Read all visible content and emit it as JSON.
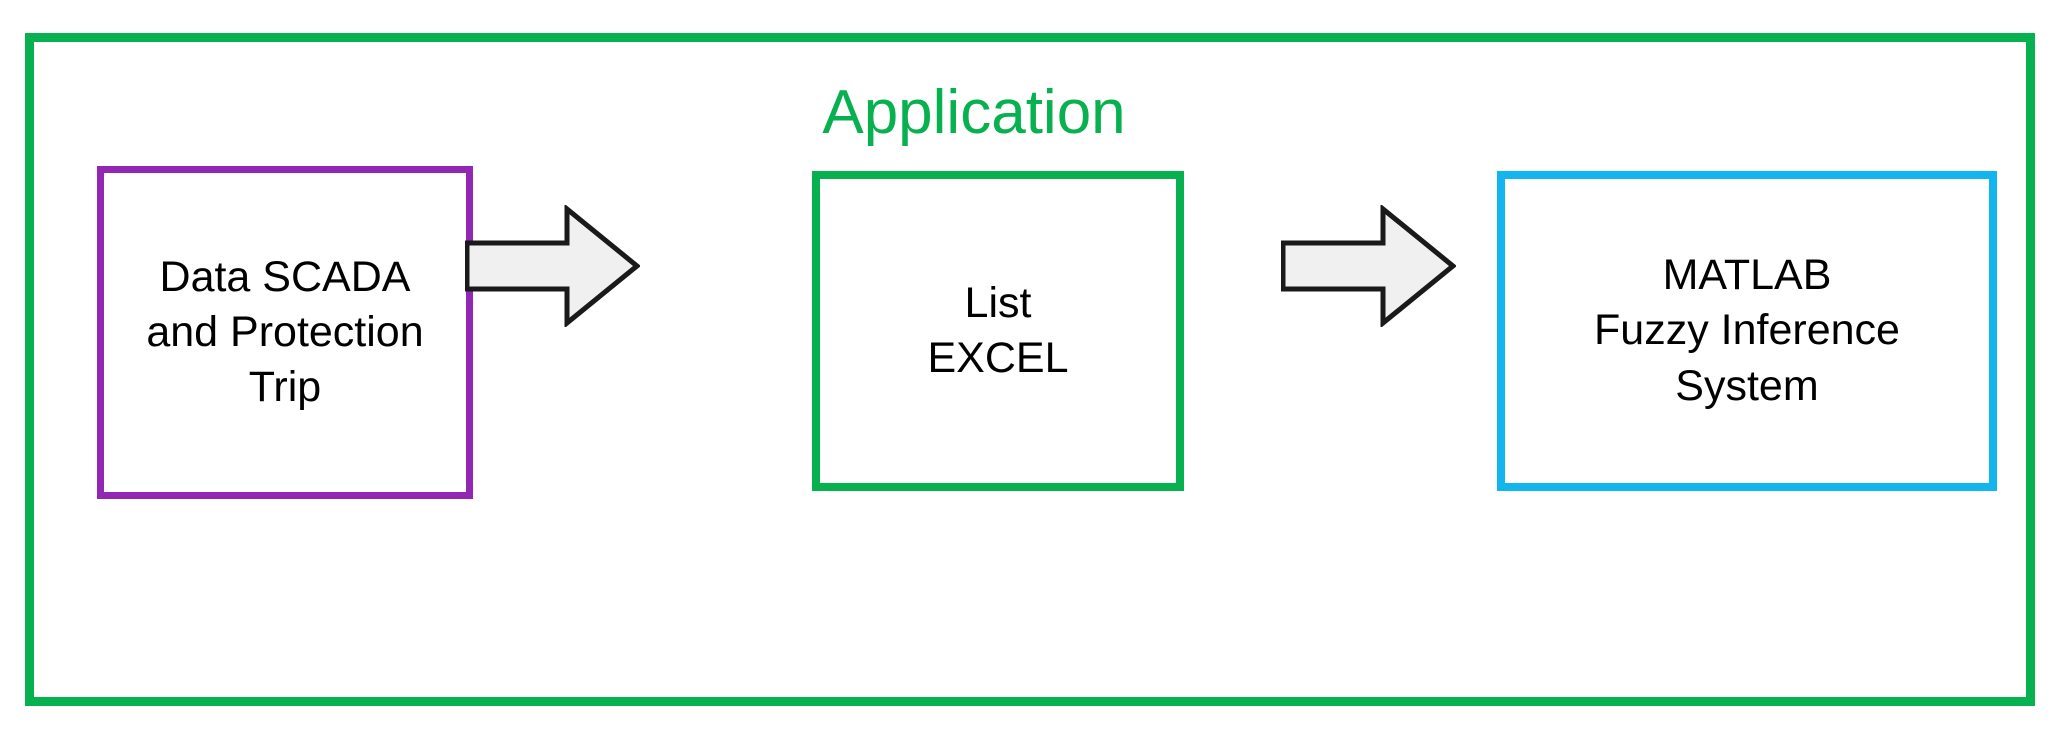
{
  "diagram": {
    "title": "Application",
    "title_color": "#07b14f",
    "frame_color": "#07b14f",
    "background_color": "#ffffff",
    "nodes": [
      {
        "id": "scada",
        "label": "Data SCADA\nand  Protection\nTrip",
        "lines": [
          "Data SCADA",
          "and  Protection",
          "Trip"
        ],
        "border_color": "#9327b5",
        "text_color": "#000000"
      },
      {
        "id": "excel",
        "label": "List\nEXCEL",
        "lines": [
          "List",
          "EXCEL"
        ],
        "border_color": "#07b14f",
        "text_color": "#000000"
      },
      {
        "id": "matlab",
        "label": "MATLAB\nFuzzy Inference\nSystem",
        "lines": [
          "MATLAB",
          "Fuzzy Inference",
          "System"
        ],
        "border_color": "#13b5ef",
        "text_color": "#000000"
      }
    ],
    "connectors": [
      {
        "id": "arrow-scada-to-excel",
        "from": "scada",
        "to": "excel",
        "direction": "right",
        "fill_color": "#f0f0f0",
        "stroke_color": "#000000"
      },
      {
        "id": "arrow-excel-to-matlab",
        "from": "excel",
        "to": "matlab",
        "direction": "right",
        "fill_color": "#f0f0f0",
        "stroke_color": "#000000"
      }
    ]
  }
}
